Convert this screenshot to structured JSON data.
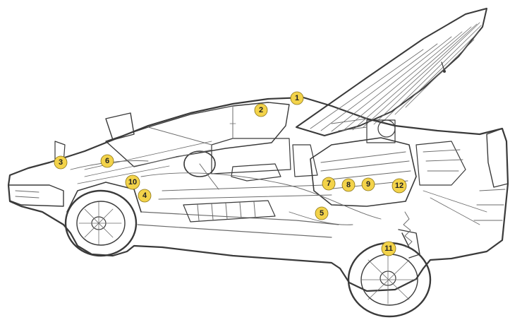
{
  "callouts": [
    {
      "id": "1",
      "label": "1"
    },
    {
      "id": "2",
      "label": "2"
    },
    {
      "id": "3",
      "label": "3"
    },
    {
      "id": "4",
      "label": "4"
    },
    {
      "id": "5",
      "label": "5"
    },
    {
      "id": "6",
      "label": "6"
    },
    {
      "id": "7",
      "label": "7"
    },
    {
      "id": "8",
      "label": "8"
    },
    {
      "id": "9",
      "label": "9"
    },
    {
      "id": "10",
      "label": "10"
    },
    {
      "id": "11",
      "label": "11"
    },
    {
      "id": "12",
      "label": "12"
    }
  ],
  "colors": {
    "badge_fill": "#f3d34a",
    "line_ink": "#3a3a3a",
    "body_tint": "#efefef",
    "glass_tint": "#f7f7f7"
  }
}
